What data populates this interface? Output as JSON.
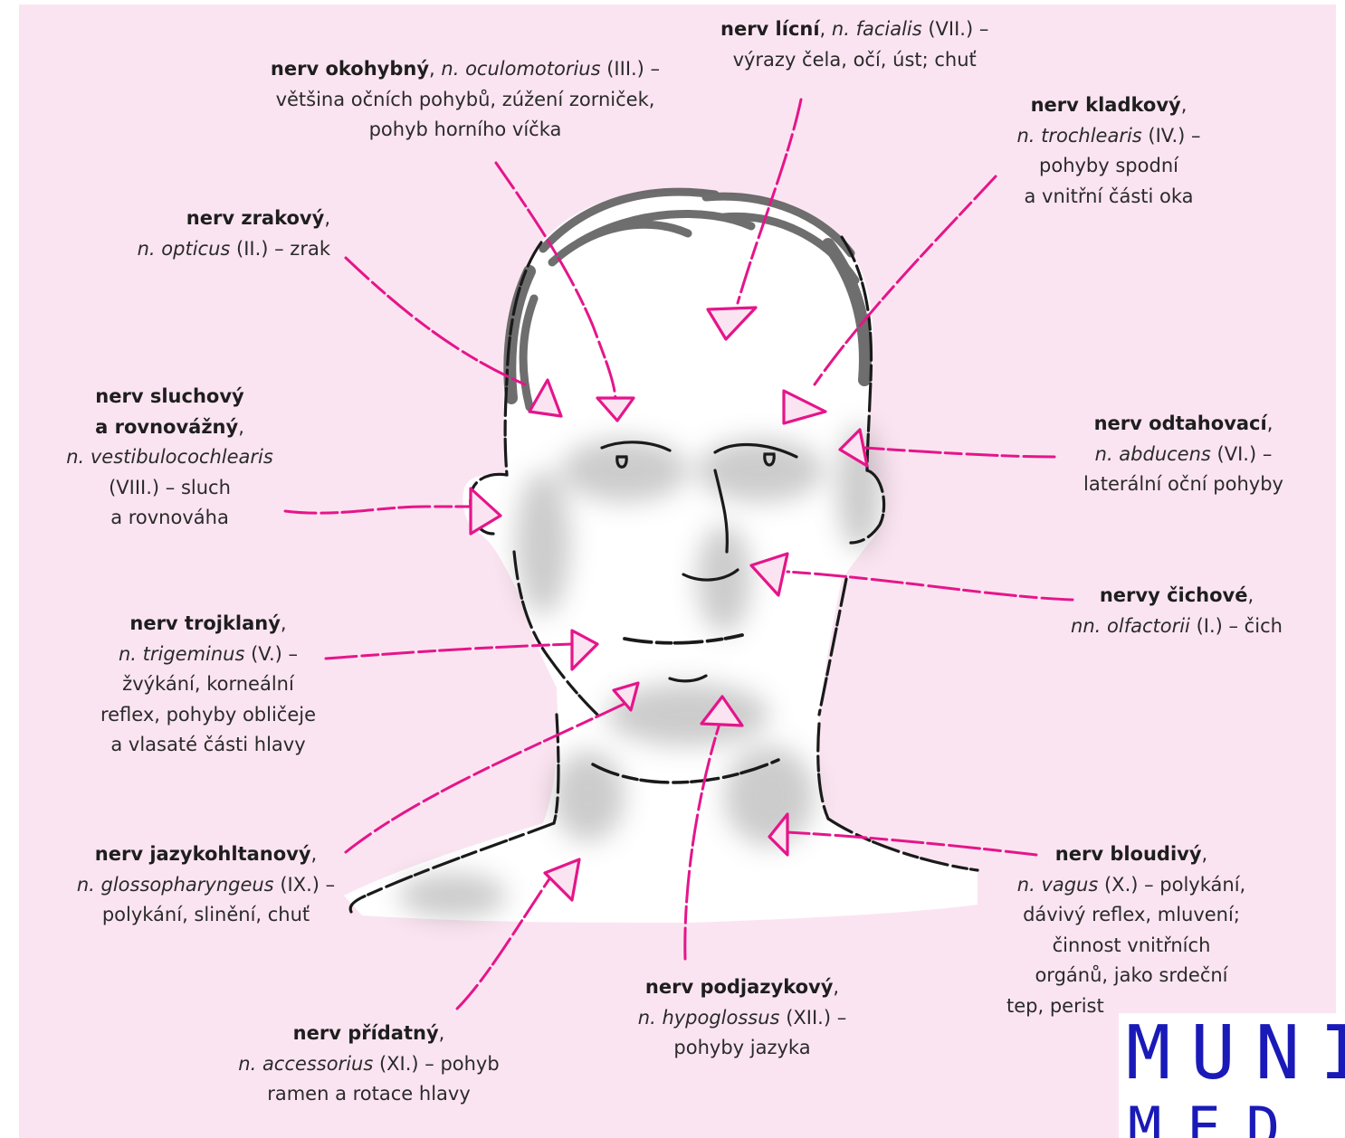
{
  "colors": {
    "background": "#fbe4f1",
    "arrow": "#e5158a",
    "outline": "#1a1a1a",
    "logo": "#1a1ab8"
  },
  "labels": {
    "facialis": {
      "name": "nerv lícní",
      "latin": "n. facialis",
      "rest": " (VII.) –",
      "desc": "výrazy čela, očí, úst; chuť"
    },
    "oculomotorius": {
      "name": "nerv okohybný",
      "latin": "n. oculomotorius",
      "rest": " (III.) –",
      "desc1": "většina očních pohybů, zúžení zorniček,",
      "desc2": "pohyb horního víčka"
    },
    "trochlearis": {
      "name": "nerv kladkový",
      "latin": "n. trochlearis",
      "rest": " (IV.) –",
      "desc1": "pohyby spodní",
      "desc2": "a vnitřní části oka"
    },
    "opticus": {
      "name": "nerv zrakový",
      "latin": "n. opticus",
      "rest": " (II.) – zrak"
    },
    "vestibulocochlearis": {
      "name1": "nerv sluchový",
      "name2": "a rovnovážný",
      "latin": "n. vestibulocochlearis",
      "desc1": "(VIII.) – sluch",
      "desc2": "a rovnováha"
    },
    "abducens": {
      "name": "nerv odtahovací",
      "latin": "n. abducens",
      "rest": " (VI.) –",
      "desc": "laterální oční pohyby"
    },
    "olfactorii": {
      "name": "nervy čichové",
      "latin": "nn. olfactorii",
      "rest": " (I.) – čich"
    },
    "trigeminus": {
      "name": "nerv trojklaný",
      "latin": "n. trigeminus",
      "rest": " (V.) –",
      "desc1": "žvýkání, korneální",
      "desc2": "reflex, pohyby obličeje",
      "desc3": "a vlasaté části hlavy"
    },
    "glossopharyngeus": {
      "name": "nerv jazykohltanový",
      "latin": "n. glossopharyngeus",
      "rest": " (IX.) –",
      "desc": "polykání, slinění, chuť"
    },
    "vagus": {
      "name": "nerv bloudivý",
      "latin": "n. vagus",
      "rest": " (X.) – polykání,",
      "desc1": "dávivý reflex, mluvení;",
      "desc2": "činnost vnitřních",
      "desc3": "orgánů, jako srdeční",
      "desc4": "tep, perist"
    },
    "hypoglossus": {
      "name": "nerv podjazykový",
      "latin": "n. hypoglossus",
      "rest": " (XII.) –",
      "desc": "pohyby jazyka"
    },
    "accessorius": {
      "name": "nerv přídatný",
      "latin": "n. accessorius",
      "rest": " (XI.) – pohyb",
      "desc": "ramen a rotace hlavy"
    }
  },
  "logo": {
    "main": "MUNI",
    "sub": "MED"
  }
}
